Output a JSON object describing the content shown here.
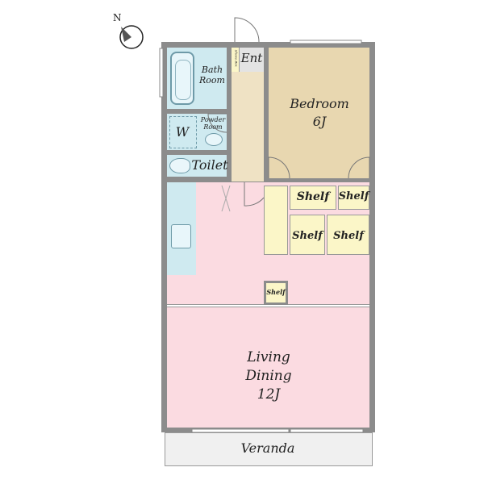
{
  "compass": {
    "north_label": "N",
    "icon": "north-arrow-icon"
  },
  "rooms": {
    "entrance": "Ent",
    "shoes_box": "Shoes Box",
    "bath": "Bath\nRoom",
    "powder": "Powder\nRoom",
    "washer": "W",
    "toilet": "Toilet",
    "bedroom_name": "Bedroom",
    "bedroom_size": "6J",
    "living_name": "Living",
    "dining_name": "Dining",
    "living_size": "12J",
    "veranda": "Veranda"
  },
  "shelves": {
    "shelf_1": "Shelf",
    "shelf_2": "Shelf",
    "shelf_3": "Shelf",
    "shelf_4": "Shelf",
    "shelf_5": "Shelf"
  },
  "colors": {
    "wall": "#8c8c8c",
    "wet_area": "#cfeaf0",
    "corridor": "#efe2c4",
    "bedroom": "#e8d7b0",
    "living": "#fbdbe1",
    "shelf": "#fbf6c8",
    "veranda": "#f0f0f0",
    "entrance": "#e3e3e3"
  }
}
